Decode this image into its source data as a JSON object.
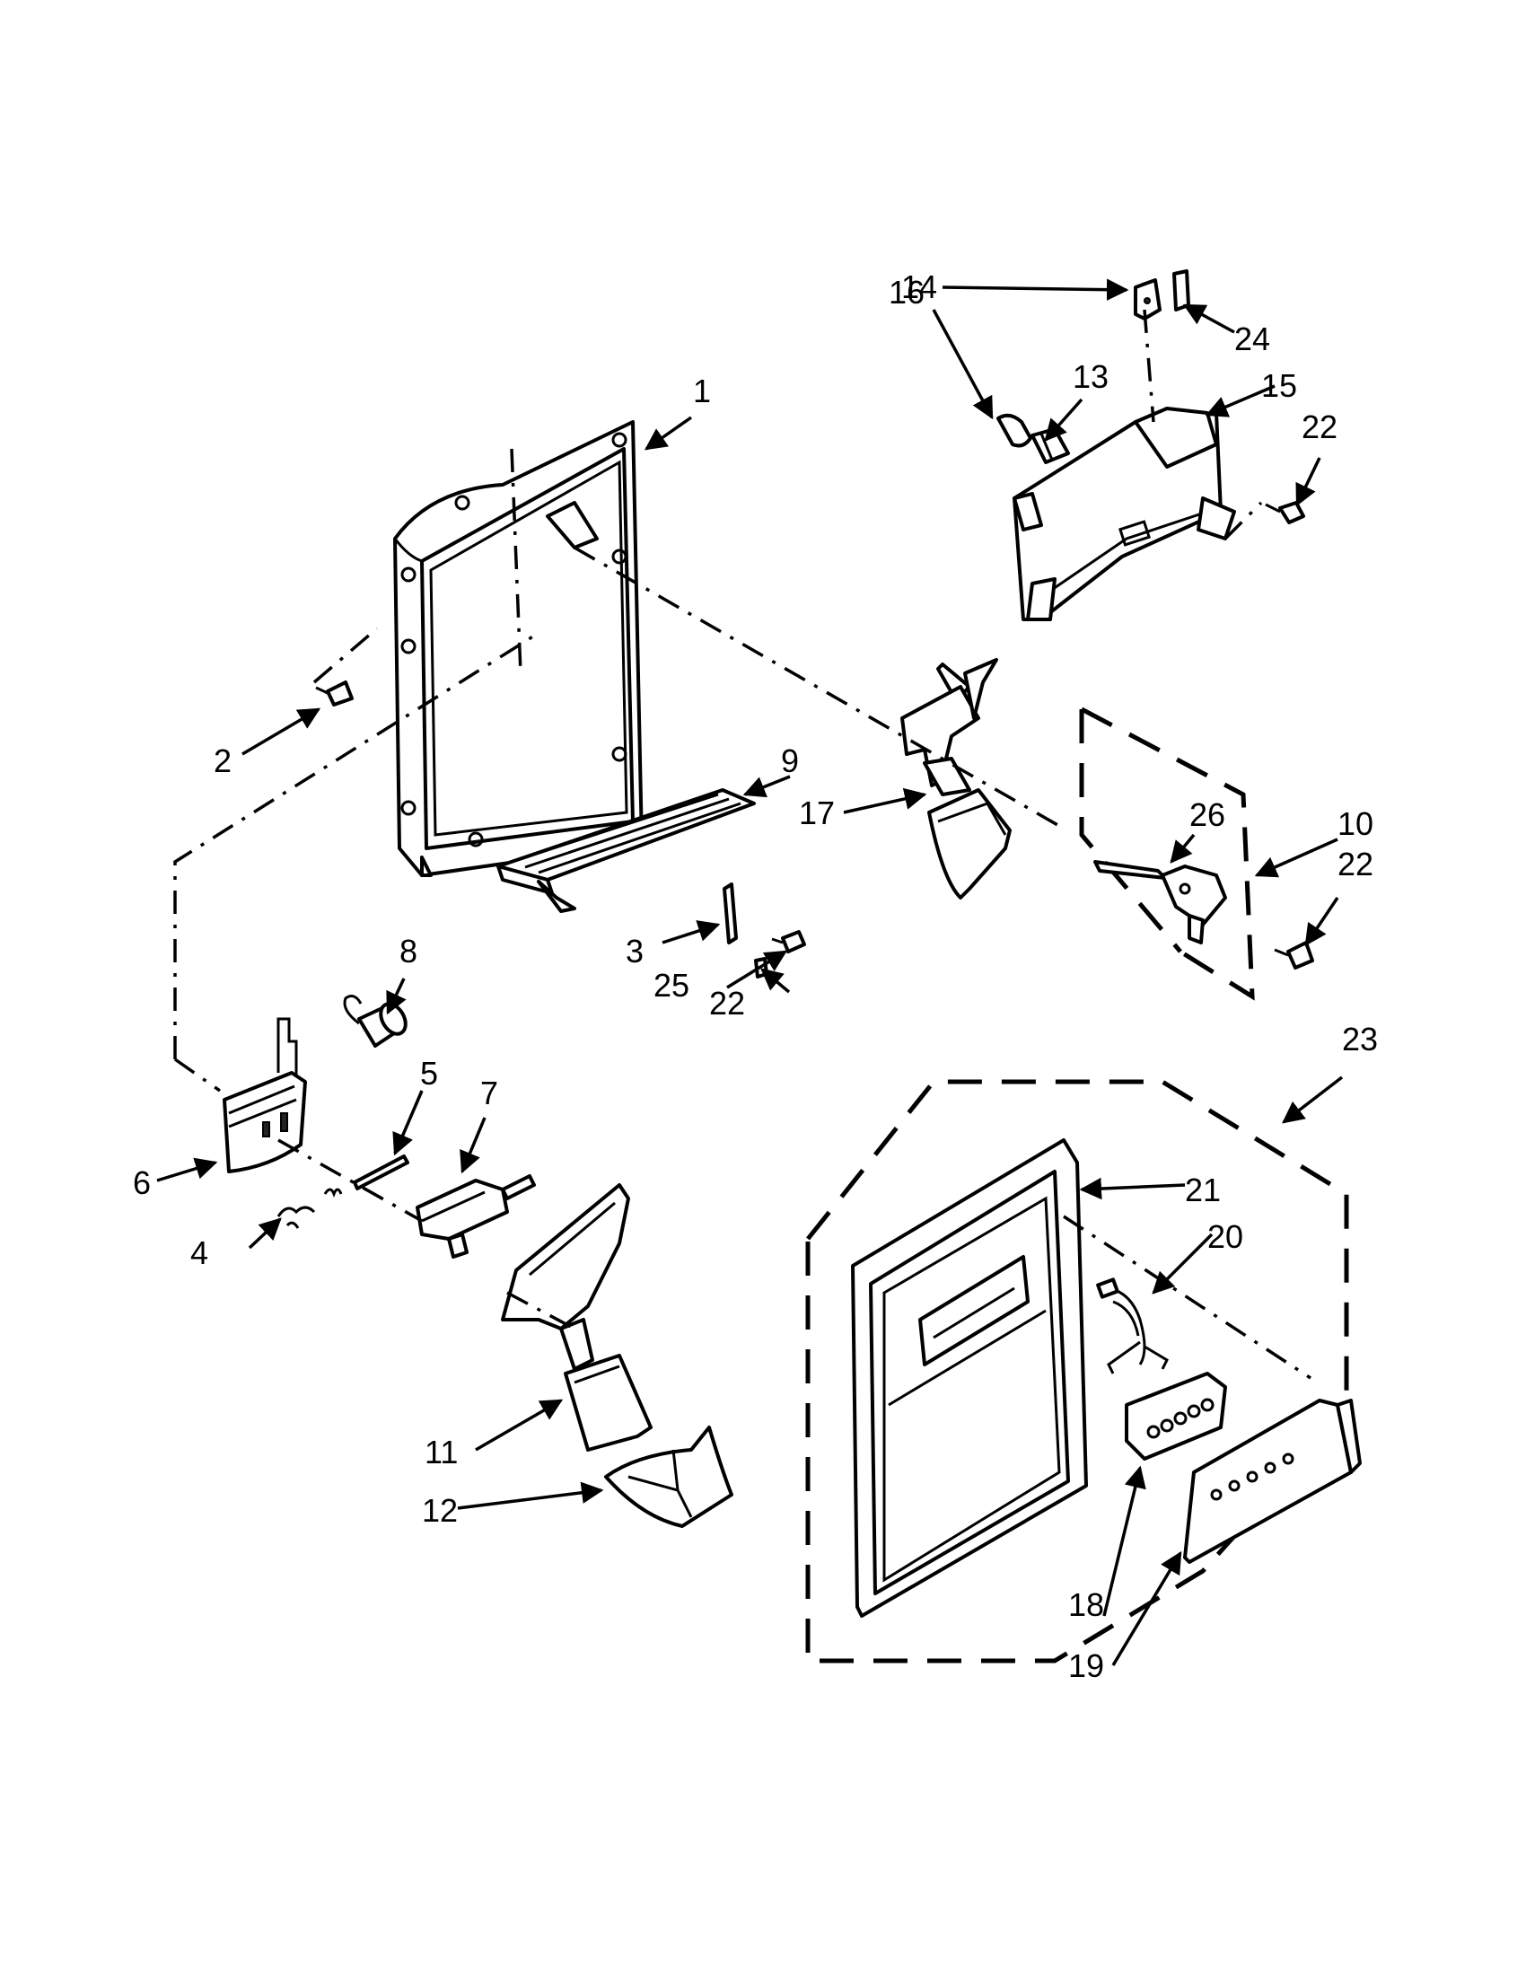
{
  "callouts": {
    "c1": "1",
    "c2": "2",
    "c3": "3",
    "c4": "4",
    "c5": "5",
    "c6": "6",
    "c7": "7",
    "c8": "8",
    "c9": "9",
    "c10": "10",
    "c11": "11",
    "c12": "12",
    "c13": "13",
    "c14": "14",
    "c15": "15",
    "c16": "16",
    "c17": "17",
    "c18": "18",
    "c19": "19",
    "c20": "20",
    "c21": "21",
    "c22a": "22",
    "c22b": "22",
    "c22c": "22",
    "c23": "23",
    "c24": "24",
    "c25": "25",
    "c26": "26"
  }
}
